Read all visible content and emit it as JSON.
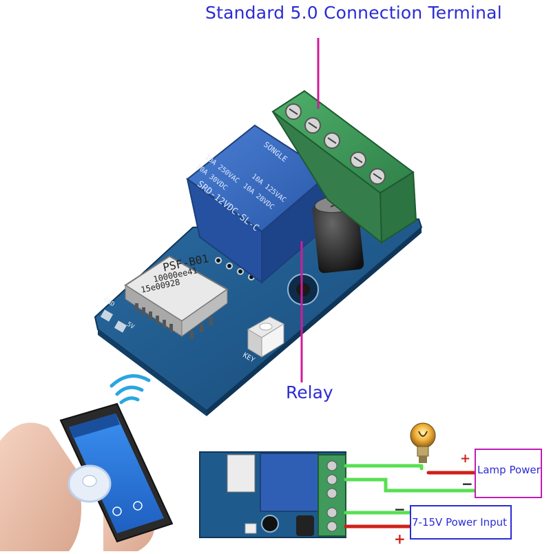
{
  "labels": {
    "terminal": "Standard 5.0 Connection Terminal",
    "relay": "Relay",
    "lamp_power": "Lamp Power",
    "power_input": "7-15V Power Input",
    "plus": "+",
    "minus": "−"
  },
  "board": {
    "relay_brand": "SONGLE",
    "relay_model": "SRD-12VDC-SL-C",
    "relay_rating_1": "10A 250VAC",
    "relay_rating_2": "10A 30VDC",
    "relay_rating_3": "10A 125VAC",
    "relay_rating_4": "10A 28VDC",
    "module_name": "PSF-B01",
    "module_id_1": "10000ee41",
    "module_id_2": "15e00928",
    "pin_gnd": "GND",
    "pin_5v": "5V",
    "key": "KEY"
  },
  "colors": {
    "board": "#1f5a8c",
    "relay": "#2f5fb5",
    "terminal": "#3f9a5c",
    "callout_line": "#d11b9a",
    "label": "#2b2bd6",
    "wire_green": "#57e052",
    "wire_red": "#d0201a",
    "box_border": "#c21bb5"
  },
  "icons": [
    "wifi-icon",
    "lightbulb-icon",
    "smartphone-icon",
    "power-button-icon"
  ]
}
